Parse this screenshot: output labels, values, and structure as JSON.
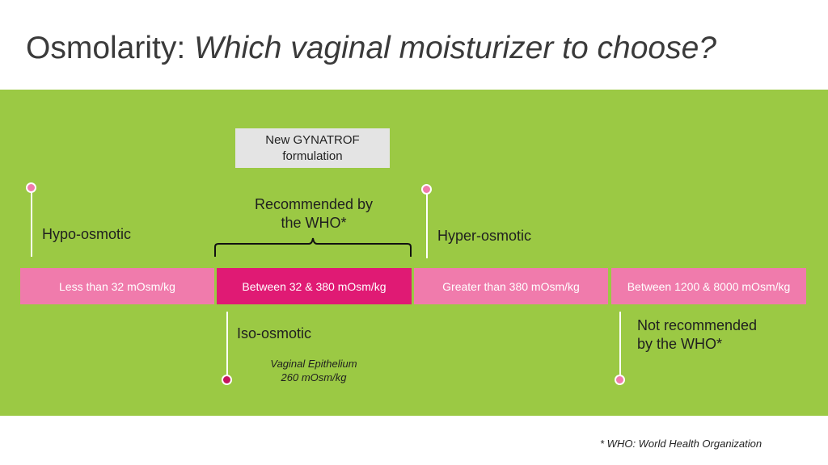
{
  "title": {
    "lead": "Osmolarity: ",
    "question": "Which vaginal moisturizer to choose?"
  },
  "callout": {
    "line1": "New GYNATROF",
    "line2": "formulation"
  },
  "recommended": {
    "line1": "Recommended by",
    "line2": "the WHO*"
  },
  "labels": {
    "hypo": "Hypo-osmotic",
    "hyper": "Hyper-osmotic",
    "iso": "Iso-osmotic",
    "not_recommended_line1": "Not recommended",
    "not_recommended_line2": "by the WHO*"
  },
  "segments": [
    {
      "label": "Less than 32 mOsm/kg"
    },
    {
      "label": "Between 32 & 380 mOsm/kg"
    },
    {
      "label": "Greater than 380 mOsm/kg"
    },
    {
      "label": "Between 1200 & 8000 mOsm/kg"
    }
  ],
  "epithelium": {
    "line1": "Vaginal Epithelium",
    "line2": "260 mOsm/kg"
  },
  "footnote": "* WHO: World Health Organization",
  "colors": {
    "panel": "#9bc944",
    "segment_light": "#f07bac",
    "segment_dark": "#e01a74",
    "callout_bg": "#e4e4e4"
  }
}
